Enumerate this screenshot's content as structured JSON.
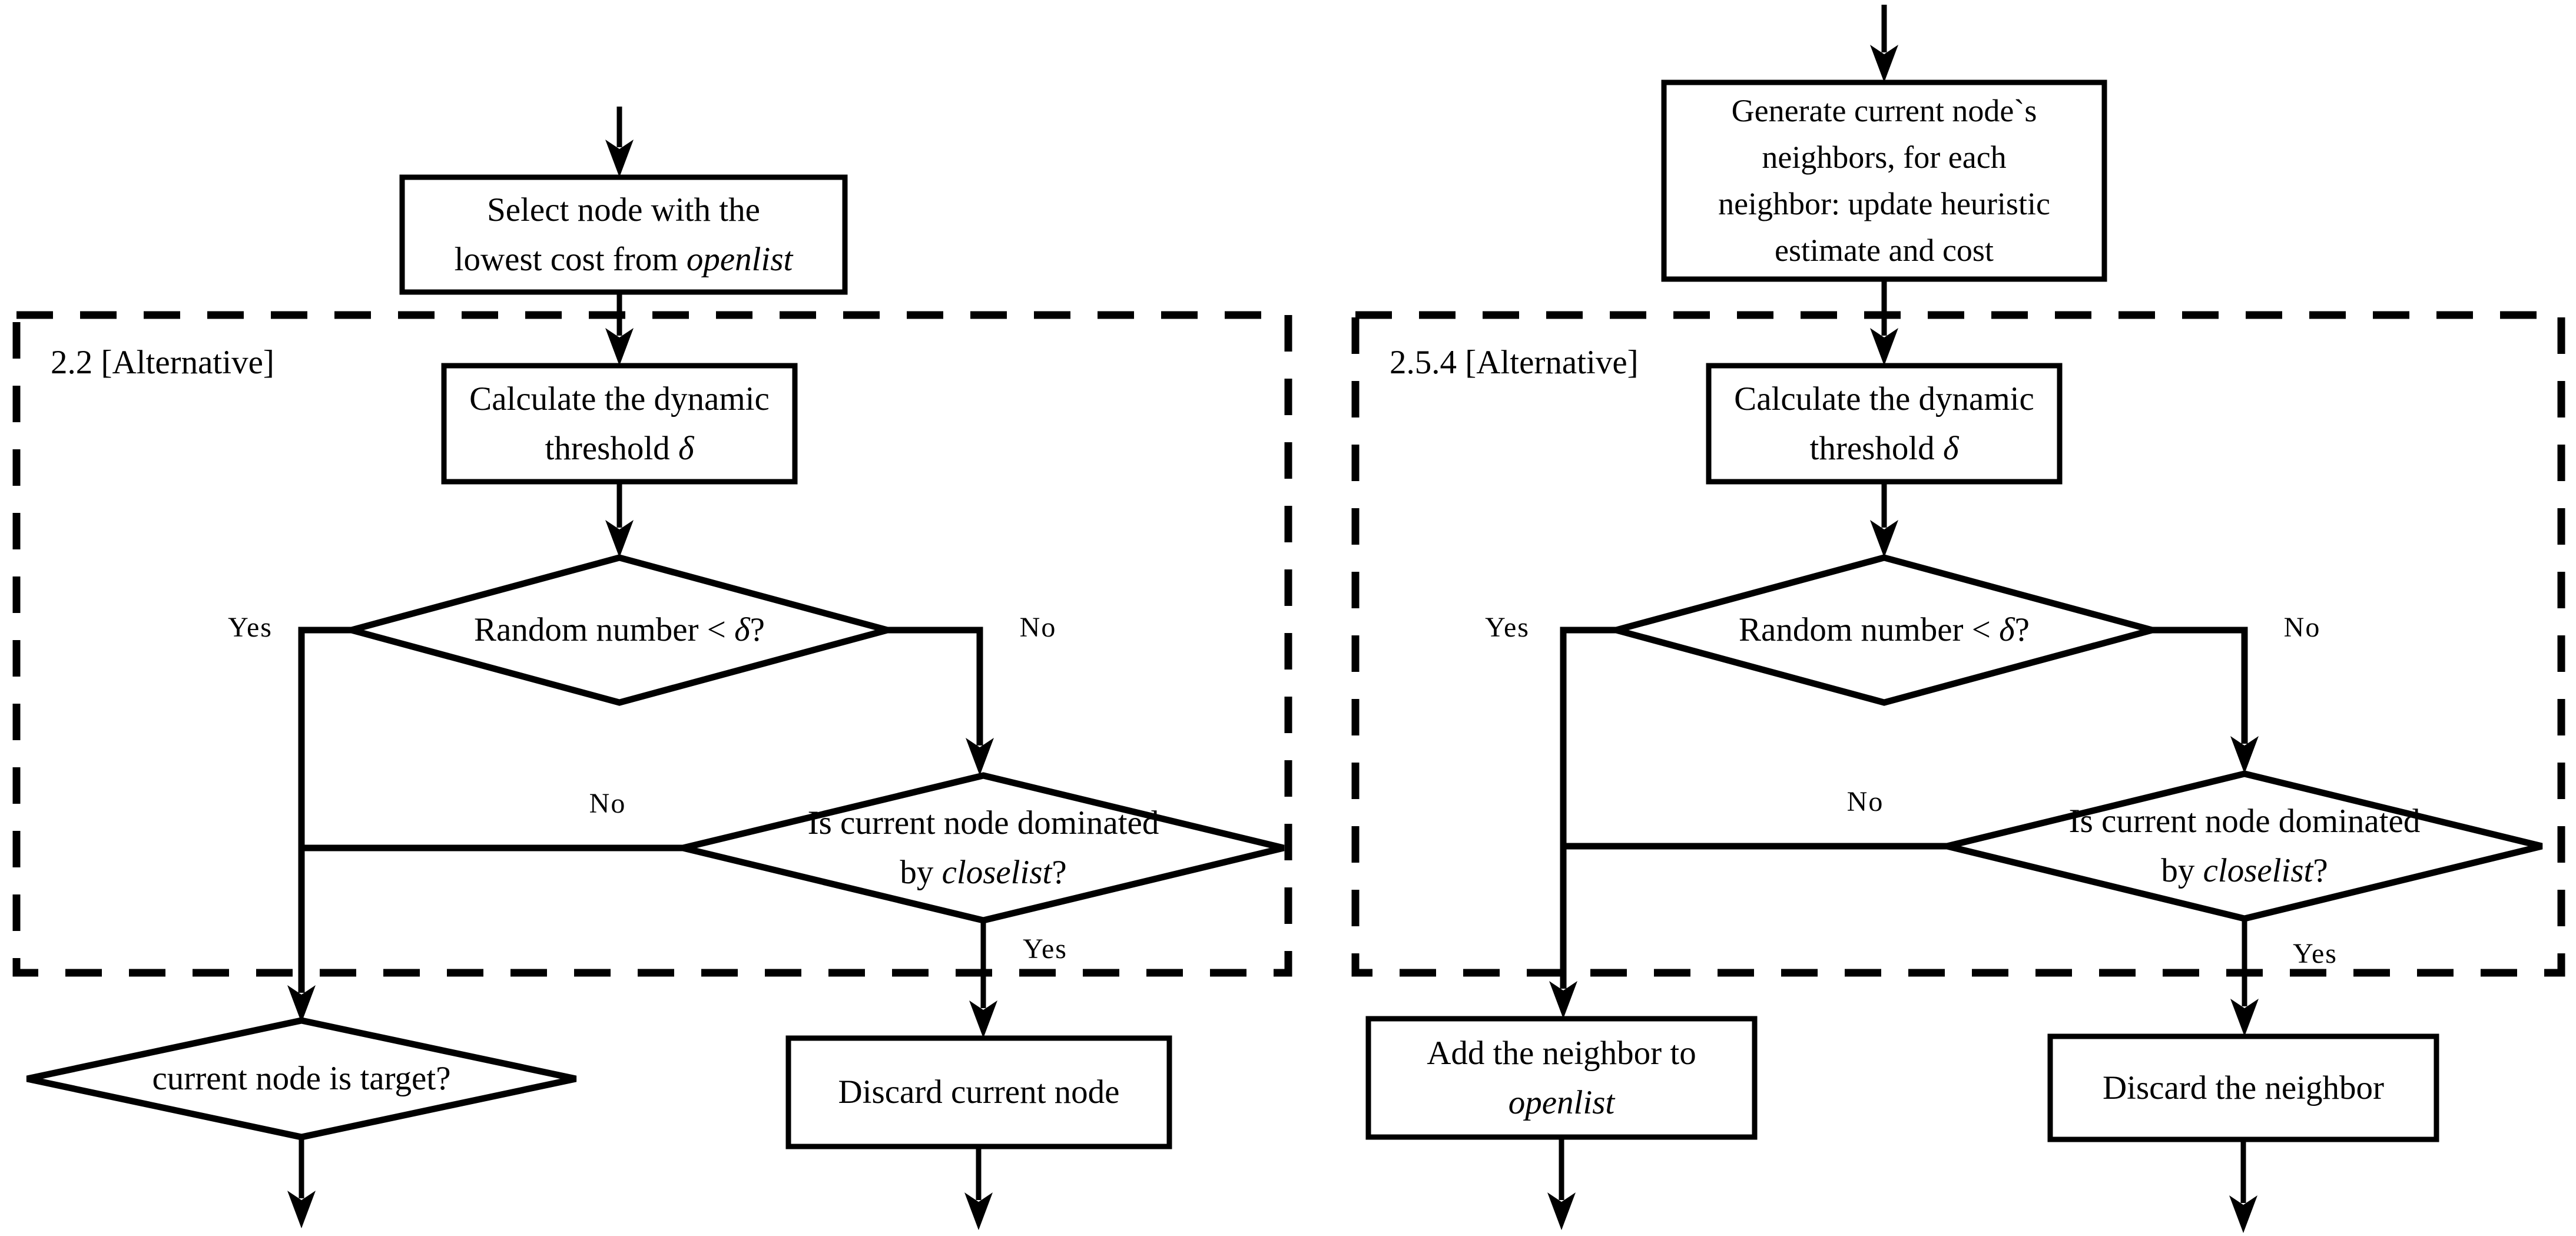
{
  "figure": {
    "background_color": "#ffffff",
    "line_color": "#000000"
  },
  "left": {
    "tag": "2.2 [Alternative]",
    "select_box": {
      "line1": "Select node with the",
      "line2_pre": "lowest cost from ",
      "line2_em": "openlist"
    },
    "calc_box": {
      "line1": "Calculate the dynamic",
      "line2_pre": "threshold ",
      "line2_em": "δ"
    },
    "rand_diamond": {
      "pre": "Random number < ",
      "em": "δ",
      "post": "?"
    },
    "rand_yes": "Yes",
    "rand_no": "No",
    "dom_diamond": {
      "line1": "Is current node dominated",
      "line2_pre": "by ",
      "line2_em": "closelist",
      "line2_post": "?"
    },
    "dom_no": "No",
    "dom_yes": "Yes",
    "target_diamond": "current node is target?",
    "discard_box": "Discard current node"
  },
  "right": {
    "tag": "2.5.4 [Alternative]",
    "generate_box": {
      "line1": "Generate current node`s",
      "line2": "neighbors, for each",
      "line3": "neighbor: update heuristic",
      "line4": "estimate and cost"
    },
    "calc_box": {
      "line1": "Calculate the dynamic",
      "line2_pre": "threshold ",
      "line2_em": "δ"
    },
    "rand_diamond": {
      "pre": "Random number < ",
      "em": "δ",
      "post": "?"
    },
    "rand_yes": "Yes",
    "rand_no": "No",
    "dom_diamond": {
      "line1": "Is current node dominated",
      "line2_pre": "by ",
      "line2_em": "closelist",
      "line2_post": "?"
    },
    "dom_no": "No",
    "dom_yes": "Yes",
    "add_box": {
      "line1": "Add the neighbor to",
      "line2_em": "openlist"
    },
    "discard_box": "Discard the neighbor"
  }
}
